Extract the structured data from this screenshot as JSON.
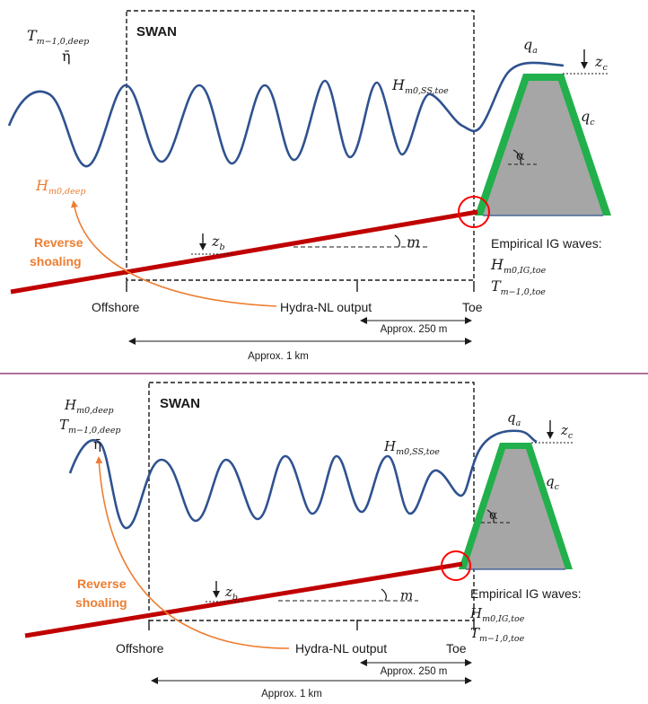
{
  "colors": {
    "wave": "#2F528F",
    "seabed": "#C00000",
    "breakwater_fill": "#A6A6A6",
    "armour": "#21B04B",
    "reverse_shoaling": "#ED7D31",
    "divider": "#7F1F5F",
    "marker_circle": "#FF0000",
    "text": "#1a1a1a"
  },
  "panels": [
    {
      "model_label": "SWAN",
      "deep_params": {
        "t_deep": "T",
        "t_deep_sub": "m−1,0,deep",
        "eta": "η̄"
      },
      "orange_label": {
        "h": "H",
        "h_sub": "m0,deep"
      },
      "reverse_shoaling": [
        "Reverse",
        "shoaling"
      ],
      "h_toe": {
        "h": "H",
        "h_sub": "m0,SS,toe"
      },
      "q_a": {
        "q": "q",
        "sub": "a"
      },
      "q_c": {
        "q": "q",
        "sub": "c"
      },
      "z_c": {
        "z": "z",
        "sub": "c"
      },
      "z_b": {
        "z": "z",
        "sub": "b"
      },
      "alpha": "α",
      "m": "m",
      "empirical_title": "Empirical IG waves:",
      "empirical_h": {
        "h": "H",
        "h_sub": "m0,IG,toe"
      },
      "empirical_t": {
        "t": "T",
        "t_sub": "m−1,0,toe"
      },
      "offshore": "Offshore",
      "hydra": "Hydra-NL output",
      "toe": "Toe",
      "dist_250": "Approx. 250 m",
      "dist_1km": "Approx. 1 km"
    },
    {
      "model_label": "SWAN",
      "deep_params": {
        "h_deep": "H",
        "h_deep_sub": "m0,deep",
        "t_deep": "T",
        "t_deep_sub": "m−1,0,deep",
        "eta": "η̄"
      },
      "reverse_shoaling": [
        "Reverse",
        "shoaling"
      ],
      "h_toe": {
        "h": "H",
        "h_sub": "m0,SS,toe"
      },
      "q_a": {
        "q": "q",
        "sub": "a"
      },
      "q_c": {
        "q": "q",
        "sub": "c"
      },
      "z_c": {
        "z": "z",
        "sub": "c"
      },
      "z_b": {
        "z": "z",
        "sub": "b"
      },
      "alpha": "α",
      "m": "m",
      "empirical_title": "Empirical IG waves:",
      "empirical_h": {
        "h": "H",
        "h_sub": "m0,IG,toe"
      },
      "empirical_t": {
        "t": "T",
        "t_sub": "m−1,0,toe"
      },
      "offshore": "Offshore",
      "hydra": "Hydra-NL output",
      "toe": "Toe",
      "dist_250": "Approx. 250 m",
      "dist_1km": "Approx. 1 km"
    }
  ]
}
